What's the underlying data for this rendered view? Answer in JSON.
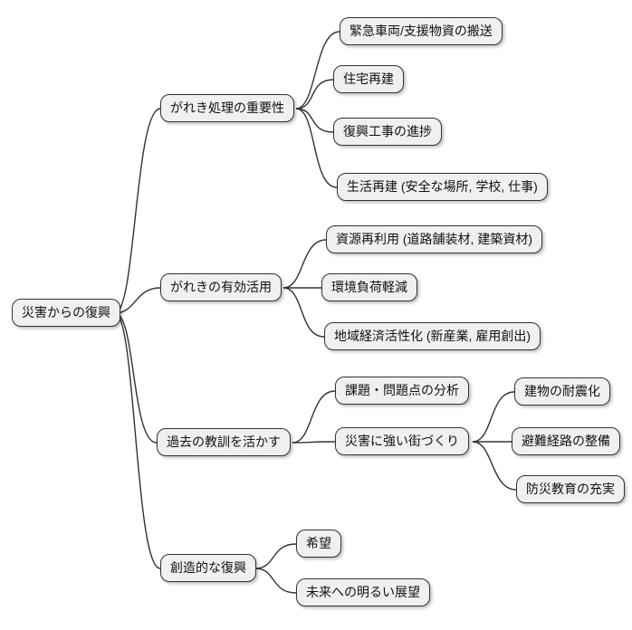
{
  "page": {
    "background_color": "#ffffff"
  },
  "style": {
    "node_fill": "#f0f0f0",
    "node_border_color": "#333333",
    "edge_color": "#333333",
    "text_color": "#111111"
  },
  "mindmap": {
    "type": "mindmap",
    "root": {
      "label": "災害からの復興"
    },
    "branches": [
      {
        "label": "がれき処理の重要性",
        "children": [
          {
            "label": "緊急車両/支援物資の搬送"
          },
          {
            "label": "住宅再建"
          },
          {
            "label": "復興工事の進捗"
          },
          {
            "label": "生活再建 (安全な場所, 学校, 仕事)"
          }
        ]
      },
      {
        "label": "がれきの有効活用",
        "children": [
          {
            "label": "資源再利用 (道路舗装材, 建築資材)"
          },
          {
            "label": "環境負荷軽減"
          },
          {
            "label": "地域経済活性化 (新産業, 雇用創出)"
          }
        ]
      },
      {
        "label": "過去の教訓を活かす",
        "children": [
          {
            "label": "課題・問題点の分析"
          },
          {
            "label": "災害に強い街づくり",
            "children": [
              {
                "label": "建物の耐震化"
              },
              {
                "label": "避難経路の整備"
              },
              {
                "label": "防災教育の充実"
              }
            ]
          }
        ]
      },
      {
        "label": "創造的な復興",
        "children": [
          {
            "label": "希望"
          },
          {
            "label": "未来への明るい展望"
          }
        ]
      }
    ]
  }
}
